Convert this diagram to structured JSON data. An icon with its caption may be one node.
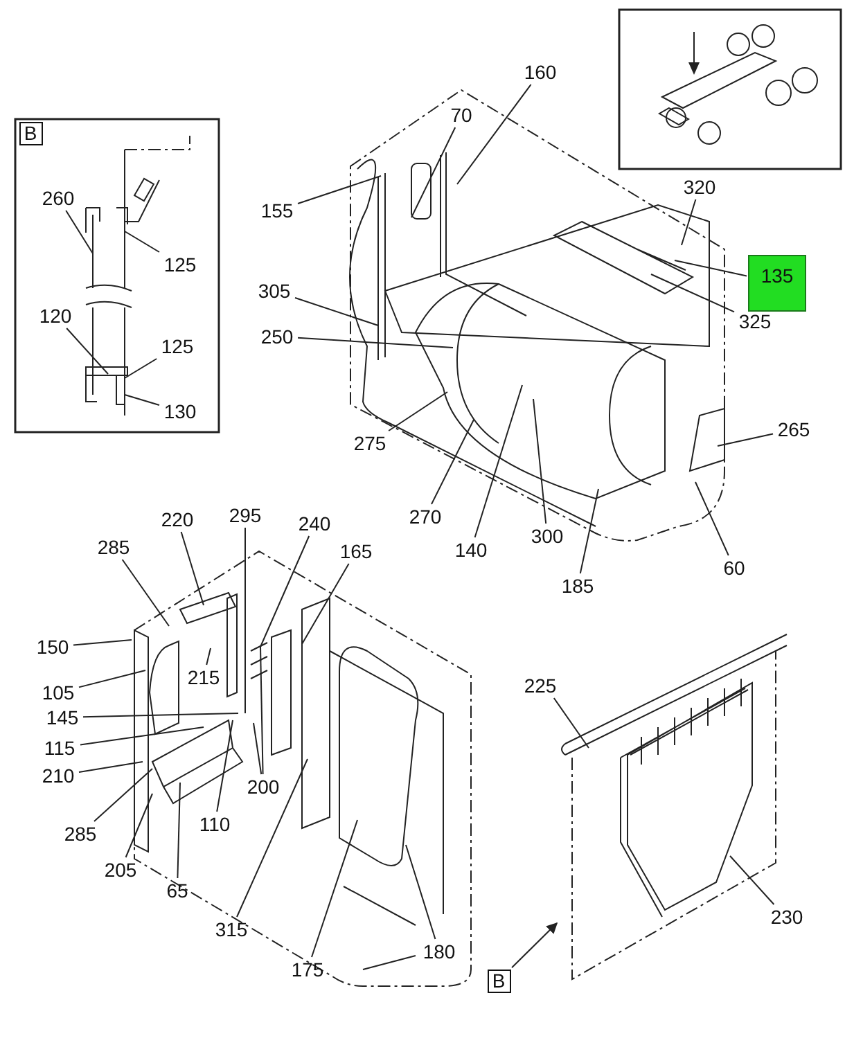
{
  "diagram": {
    "nodes": [
      {
        "text": [
          "B"
        ]
      },
      {
        "text": [
          "260"
        ]
      },
      {
        "text": [
          "125"
        ]
      },
      {
        "text": [
          "120"
        ]
      },
      {
        "text": [
          "125"
        ]
      },
      {
        "text": [
          "130"
        ]
      },
      {
        "text": [
          "160"
        ]
      },
      {
        "text": [
          "70"
        ]
      },
      {
        "text": [
          "155"
        ]
      },
      {
        "text": [
          "320"
        ]
      },
      {
        "text": [
          "135"
        ]
      },
      {
        "text": [
          "325"
        ]
      },
      {
        "text": [
          "305"
        ]
      },
      {
        "text": [
          "250"
        ]
      },
      {
        "text": [
          "275"
        ]
      },
      {
        "text": [
          "270"
        ]
      },
      {
        "text": [
          "140"
        ]
      },
      {
        "text": [
          "300"
        ]
      },
      {
        "text": [
          "185"
        ]
      },
      {
        "text": [
          "265"
        ]
      },
      {
        "text": [
          "60"
        ]
      },
      {
        "text": [
          "220"
        ]
      },
      {
        "text": [
          "285"
        ]
      },
      {
        "text": [
          "295"
        ]
      },
      {
        "text": [
          "240"
        ]
      },
      {
        "text": [
          "165"
        ]
      },
      {
        "text": [
          "150"
        ]
      },
      {
        "text": [
          "215"
        ]
      },
      {
        "text": [
          "105"
        ]
      },
      {
        "text": [
          "145"
        ]
      },
      {
        "text": [
          "115"
        ]
      },
      {
        "text": [
          "210"
        ]
      },
      {
        "text": [
          "285"
        ]
      },
      {
        "text": [
          "205"
        ]
      },
      {
        "text": [
          "65"
        ]
      },
      {
        "text": [
          "110"
        ]
      },
      {
        "text": [
          "200"
        ]
      },
      {
        "text": [
          "315"
        ]
      },
      {
        "text": [
          "175"
        ]
      },
      {
        "text": [
          "180"
        ]
      },
      {
        "text": [
          "225"
        ]
      },
      {
        "text": [
          "230"
        ]
      },
      {
        "text": [
          "B"
        ]
      },
      {
        "text": [],
        "shape": "picture"
      }
    ],
    "edges": [
      {
        "from": 1,
        "to": null,
        "arrow": "none"
      },
      {
        "from": 2,
        "to": null,
        "arrow": "none"
      },
      {
        "from": 3,
        "to": null,
        "arrow": "none"
      },
      {
        "from": 4,
        "to": null,
        "arrow": "none"
      },
      {
        "from": 5,
        "to": null,
        "arrow": "none"
      },
      {
        "from": 6,
        "to": null,
        "arrow": "none"
      },
      {
        "from": 7,
        "to": null,
        "arrow": "none"
      },
      {
        "from": 8,
        "to": null,
        "arrow": "none"
      },
      {
        "from": 9,
        "to": null,
        "arrow": "none"
      },
      {
        "from": 10,
        "to": null,
        "arrow": "none"
      },
      {
        "from": 11,
        "to": null,
        "arrow": "none"
      },
      {
        "from": 12,
        "to": null,
        "arrow": "none"
      },
      {
        "from": 13,
        "to": null,
        "arrow": "none"
      },
      {
        "from": 14,
        "to": null,
        "arrow": "none"
      },
      {
        "from": 15,
        "to": null,
        "arrow": "none"
      },
      {
        "from": 16,
        "to": null,
        "arrow": "none"
      },
      {
        "from": 17,
        "to": null,
        "arrow": "none"
      },
      {
        "from": 18,
        "to": null,
        "arrow": "none"
      },
      {
        "from": 19,
        "to": null,
        "arrow": "none"
      },
      {
        "from": 20,
        "to": null,
        "arrow": "none"
      },
      {
        "from": 21,
        "to": null,
        "arrow": "none"
      },
      {
        "from": 22,
        "to": null,
        "arrow": "none"
      },
      {
        "from": 23,
        "to": null,
        "arrow": "none"
      },
      {
        "from": 24,
        "to": null,
        "arrow": "none"
      },
      {
        "from": 25,
        "to": null,
        "arrow": "none"
      },
      {
        "from": 26,
        "to": null,
        "arrow": "none"
      },
      {
        "from": 27,
        "to": null,
        "arrow": "none"
      },
      {
        "from": 28,
        "to": null,
        "arrow": "none"
      },
      {
        "from": 29,
        "to": null,
        "arrow": "none"
      },
      {
        "from": 30,
        "to": null,
        "arrow": "none"
      },
      {
        "from": 31,
        "to": null,
        "arrow": "none"
      },
      {
        "from": 32,
        "to": null,
        "arrow": "none"
      },
      {
        "from": 33,
        "to": null,
        "arrow": "none"
      },
      {
        "from": 34,
        "to": null,
        "arrow": "none"
      },
      {
        "from": 35,
        "to": null,
        "arrow": "none"
      },
      {
        "from": 36,
        "to": null,
        "arrow": "none"
      },
      {
        "from": 36,
        "to": null,
        "arrow": "none"
      },
      {
        "from": 37,
        "to": null,
        "arrow": "none"
      },
      {
        "from": 38,
        "to": null,
        "arrow": "none"
      },
      {
        "from": 39,
        "to": null,
        "arrow": "none"
      },
      {
        "from": 40,
        "to": 43,
        "arrow": "none"
      },
      {
        "from": 41,
        "to": 43,
        "arrow": "none"
      },
      {
        "from": 42,
        "to": 43,
        "arrow": "to"
      }
    ]
  }
}
